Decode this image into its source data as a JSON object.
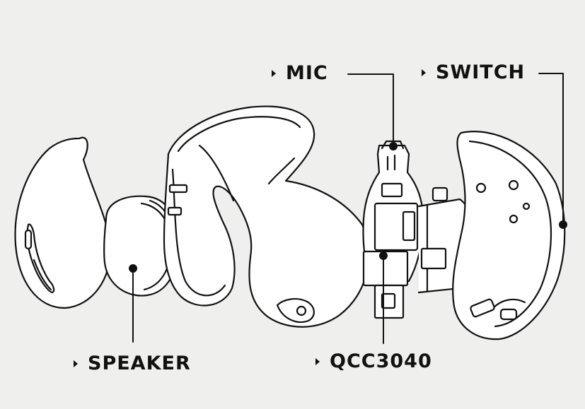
{
  "diagram": {
    "labels": {
      "mic": "MIC",
      "switch": "SWITCH",
      "speaker": "SPEAKER",
      "chip": "QCC3040"
    },
    "icons": {
      "pointer": "triangle-right-icon"
    },
    "colors": {
      "background": "#efefed",
      "part_fill": "#ffffff",
      "outline": "#111111"
    }
  }
}
